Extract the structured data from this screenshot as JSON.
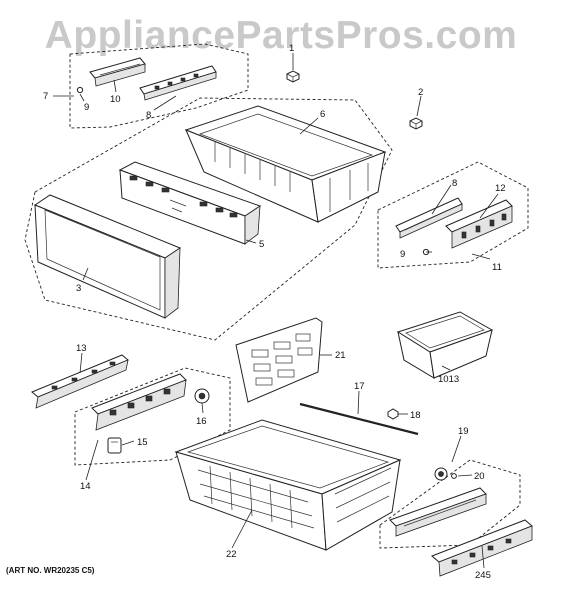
{
  "watermark": "AppliancePartsPros.com",
  "art_number": "(ART NO. WR20235 C5)",
  "callouts": {
    "c1": "1",
    "c2": "2",
    "c3": "3",
    "c5": "5",
    "c6": "6",
    "c7": "7",
    "c8a": "8",
    "c8b": "8",
    "c9a": "9",
    "c9b": "9",
    "c10": "10",
    "c11": "11",
    "c12": "12",
    "c13": "13",
    "c14": "14",
    "c15": "15",
    "c16": "16",
    "c17": "17",
    "c18": "18",
    "c19": "19",
    "c20": "20",
    "c21": "21",
    "c22": "22",
    "c245": "245",
    "c1013": "1013"
  },
  "colors": {
    "line": "#222222",
    "watermark": "#c9c9c9",
    "background": "#ffffff"
  }
}
